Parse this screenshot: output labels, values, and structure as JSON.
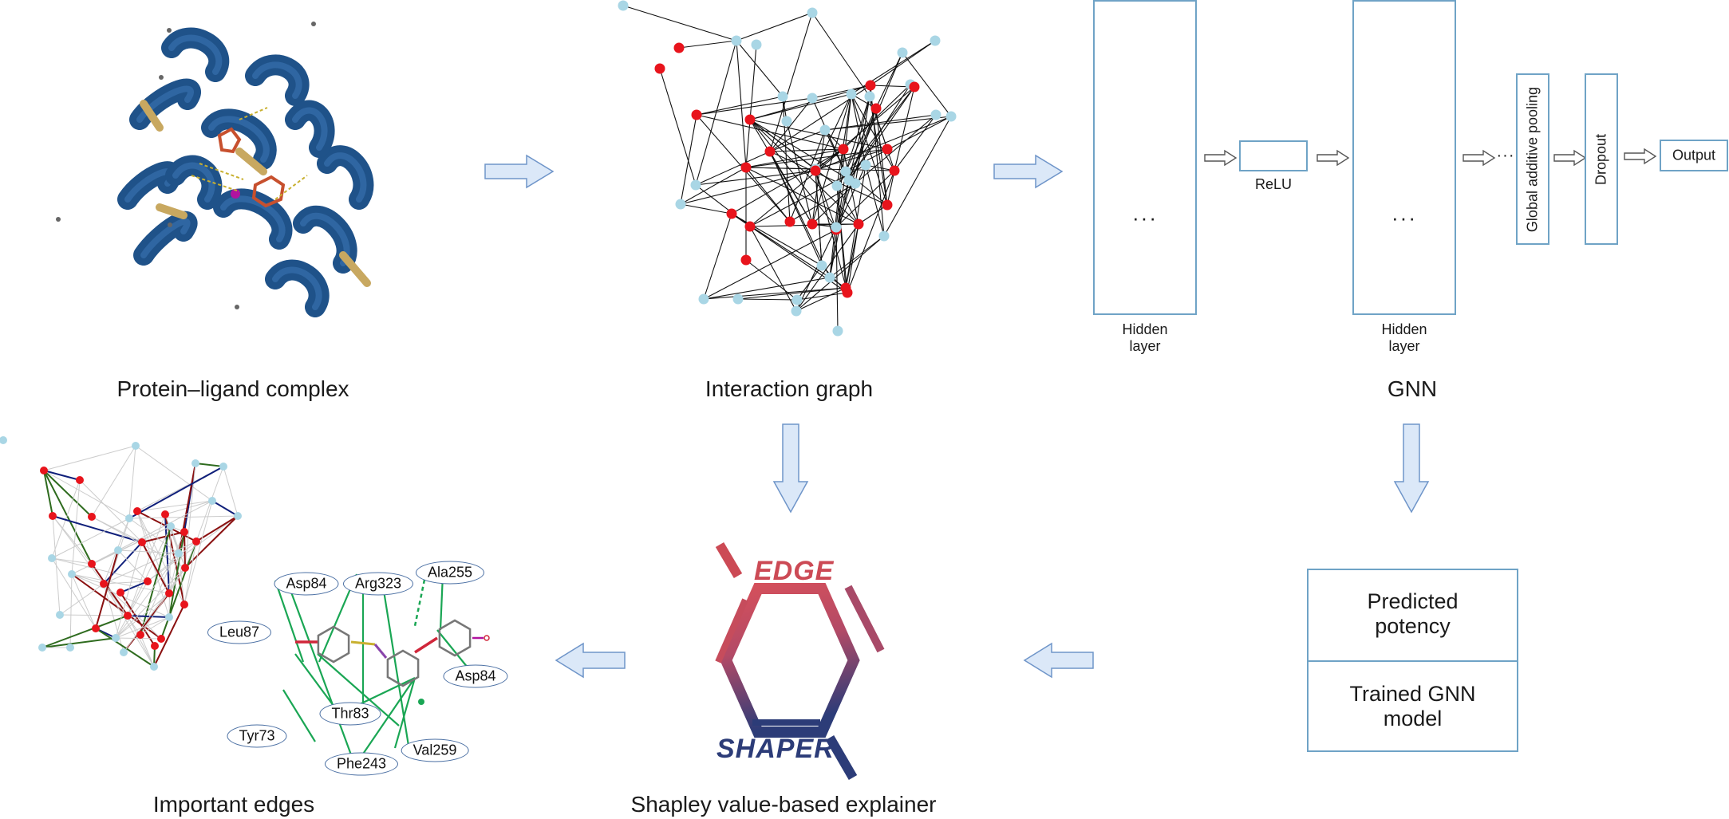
{
  "panels": {
    "protein": {
      "title": "Protein–ligand complex"
    },
    "interaction": {
      "title": "Interaction graph"
    },
    "gnn": {
      "title": "GNN",
      "hidden_layer_1": "Hidden\nlayer",
      "hidden_layer_2": "Hidden\nlayer",
      "relu": "ReLU",
      "ellipsis": "···",
      "pooling": "Global additive pooling",
      "dropout": "Dropout",
      "output": "Output"
    },
    "edges": {
      "title": "Important edges"
    },
    "explainer": {
      "title": "Shapley value-based explainer",
      "logo_top": "EDGE",
      "logo_bottom": "SHAPER"
    },
    "potency": {
      "predicted": "Predicted\npotency",
      "trained": "Trained GNN\nmodel"
    }
  },
  "residues": [
    "Asp84",
    "Arg323",
    "Ala255",
    "Leu87",
    "Asp84",
    "Thr83",
    "Tyr73",
    "Phe243",
    "Val259"
  ],
  "colors": {
    "arrow_fill": "#dbe8f8",
    "arrow_stroke": "#6f95c9",
    "box_border": "#6fa3c6",
    "node_red": "#e8141c",
    "node_light": "#a9d6e5",
    "node_blue": "#2a78d8",
    "helix": "#1f5289",
    "edge_green": "#1aa654",
    "edge_darkgreen": "#2e6b1e",
    "edge_navy": "#0f1f7a",
    "logo_red": "#cc4a55",
    "logo_navy": "#2c3c78"
  }
}
